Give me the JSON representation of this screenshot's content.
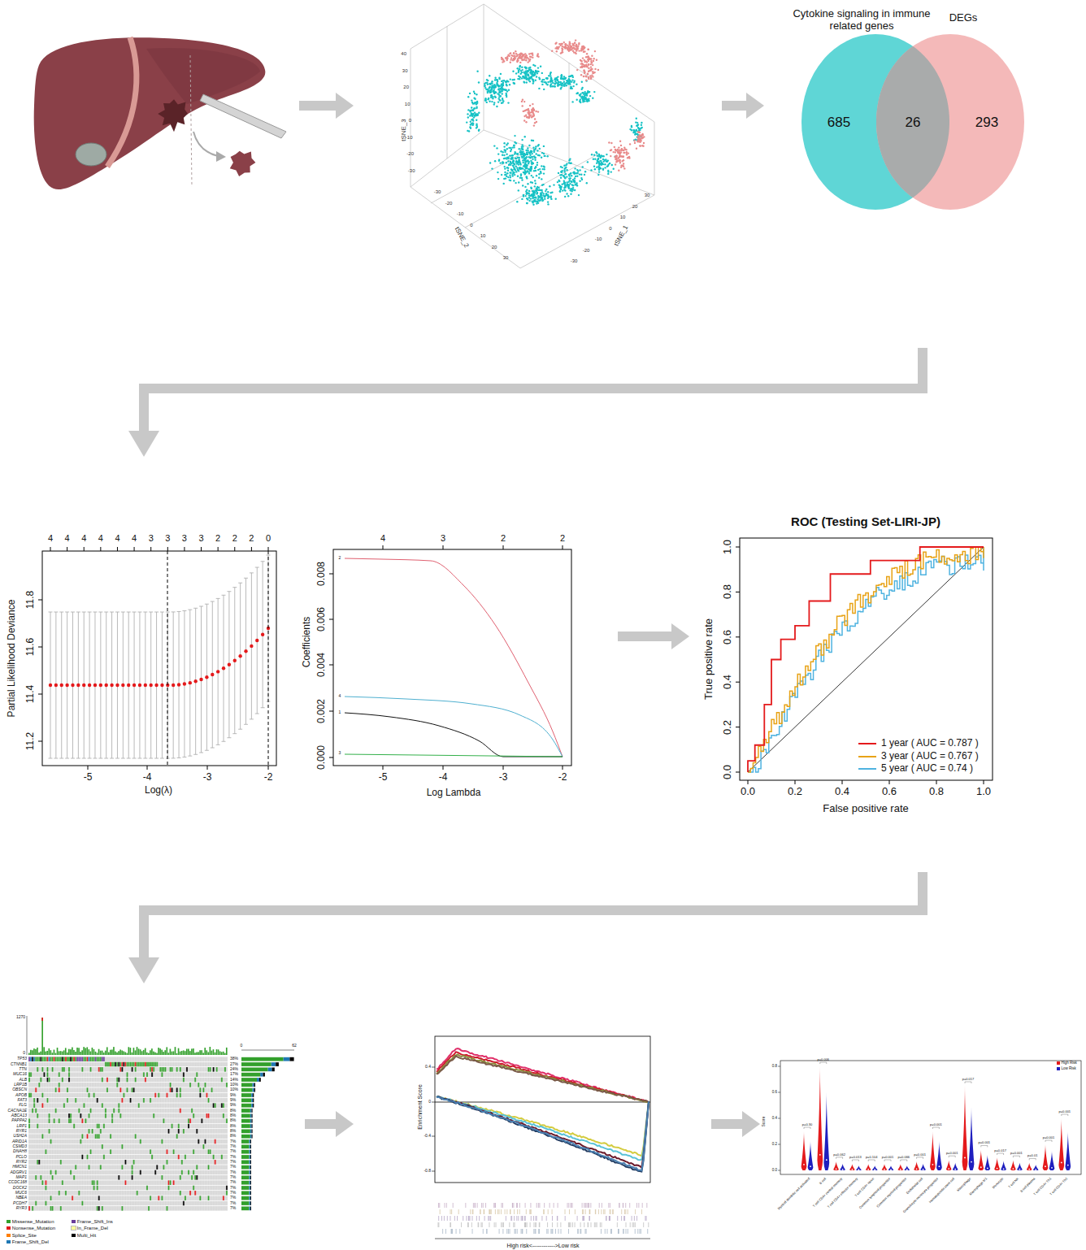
{
  "diagram": {
    "nodes": [
      {
        "text": [
          "Cytokine signaling in immune related genes",
          "685"
        ]
      },
      {
        "text": [
          "DEGs",
          "293"
        ]
      },
      {
        "text": [
          "26"
        ]
      }
    ],
    "labels": [
      "tSNE_3",
      "tSNE_2",
      "tSNE_1",
      "40",
      "30",
      "20",
      "10",
      "0",
      "-10",
      "-20",
      "-30",
      "-30",
      "-20",
      "-10",
      "0",
      "10",
      "20",
      "30",
      "30",
      "20",
      "10",
      "0",
      "-10",
      "-20",
      "-30",
      "4",
      "4",
      "4",
      "4",
      "4",
      "4",
      "3",
      "3",
      "3",
      "3",
      "2",
      "2",
      "2",
      "0",
      "-5",
      "-4",
      "-3",
      "-2",
      "11.2",
      "11.4",
      "11.6",
      "11.8",
      "Log(λ)",
      "Partial Likelihood Deviance",
      "4",
      "3",
      "2",
      "2",
      "2",
      "4",
      "1",
      "3",
      "-5",
      "-4",
      "-3",
      "-2",
      "0.000",
      "0.002",
      "0.004",
      "0.006",
      "0.008",
      "Log Lambda",
      "Coefficients",
      "ROC (Testing Set-LIRI-JP)",
      "0.0",
      "0.2",
      "0.4",
      "0.6",
      "0.8",
      "1.0",
      "0.0",
      "0.2",
      "0.4",
      "0.6",
      "0.8",
      "1.0",
      "True positive rate",
      "False positive rate",
      "1270",
      "0",
      "0",
      "62",
      "TP53",
      "CTNNB1",
      "TTN",
      "MUC16",
      "ALB",
      "LRP1B",
      "OBSCN",
      "APOB",
      "FAT3",
      "FLG",
      "CACNA1E",
      "ABCA13",
      "PAPPA2",
      "LRP1",
      "RYR1",
      "USH2A",
      "ARID1A",
      "CSMD3",
      "DNAH8",
      "PCLO",
      "RYR2",
      "HMCN1",
      "ADGRV1",
      "MAP1",
      "CCDC168",
      "DOCK2",
      "MUC6",
      "NBEA",
      "PCDH7",
      "RYR3",
      "38%",
      "27%",
      "24%",
      "17%",
      "14%",
      "10%",
      "10%",
      "9%",
      "9%",
      "9%",
      "8%",
      "8%",
      "8%",
      "8%",
      "8%",
      "8%",
      "7%",
      "7%",
      "7%",
      "7%",
      "7%",
      "7%",
      "7%",
      "7%",
      "7%",
      "7%",
      "7%",
      "7%",
      "7%",
      "7%",
      "0.4",
      "0",
      "-0.4",
      "-0.8",
      "Enrichment Score",
      "High risk<------------>Low risk",
      "0.0",
      "0.2",
      "0.4",
      "0.6",
      "0.8",
      "Score",
      "p=0.30",
      "p=0.006",
      "p=0.062",
      "p=0.013",
      "p=0.104",
      "p=0.001",
      "p=0.066",
      "p=0.001",
      "p=0.001",
      "p=0.001",
      "p=0.017",
      "p=0.001",
      "p=0.017",
      "p=0.001",
      "p=0.01",
      "p=0.001",
      "p=0.001",
      "Myeloid dendritic cell activated",
      "B cell",
      "T cell CD4+ central memory",
      "T cell CD4+ effector memory",
      "T cell CD4+ naive",
      "Common lymphoid progenitor",
      "Common myeloid progenitor",
      "Endothelial cell",
      "Granulocyte-monocyte progenitor",
      "Hematopoietic stem cell",
      "Macrophage",
      "Macrophage M1",
      "Monocyte",
      "T cell NK",
      "B cell plasma",
      "T cell CD4+ Th1",
      "T cell CD4+ Th2"
    ],
    "legend": [
      {
        "text": "1 year ( AUC = 0.787 )"
      },
      {
        "text": "3 year ( AUC = 0.767 )"
      },
      {
        "text": "5 year ( AUC = 0.74 )"
      },
      {
        "text": "Missense_Mutation",
        "color": "#33a02c"
      },
      {
        "text": "Nonsense_Mutation",
        "color": "#e31a1c"
      },
      {
        "text": "Splice_Site",
        "color": "#ff7f00"
      },
      {
        "text": "Frame_Shift_Del",
        "color": "#1f78b4"
      },
      {
        "text": "Frame_Shift_Ins",
        "color": "#6a3d9a"
      },
      {
        "text": "In_Frame_Del",
        "color": "#ffff99"
      },
      {
        "text": "Multi_Hit",
        "color": "#000000"
      },
      {
        "text": "High Risk",
        "color": "#e41a1c"
      },
      {
        "text": "Low Risk",
        "color": "#1f1fbf"
      }
    ]
  }
}
